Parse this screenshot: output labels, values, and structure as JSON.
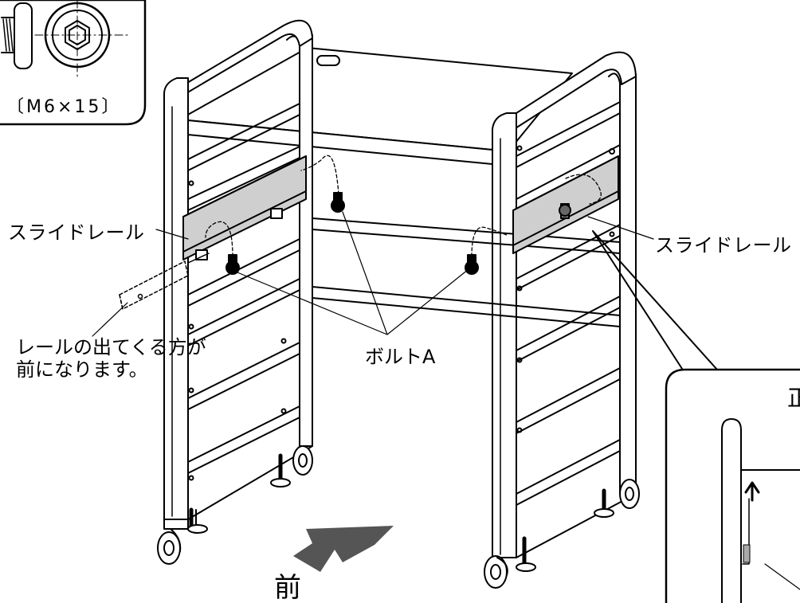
{
  "labels": {
    "slide_rail_left": "スライドレール",
    "slide_rail_right": "スライドレール",
    "bolt_a": "ボルトA",
    "note_line1": "レールの出てくる方が",
    "note_line2": "前になります。",
    "front": "前",
    "bolt_spec": "〔M6×15〕",
    "detail_title_partial": "正"
  }
}
